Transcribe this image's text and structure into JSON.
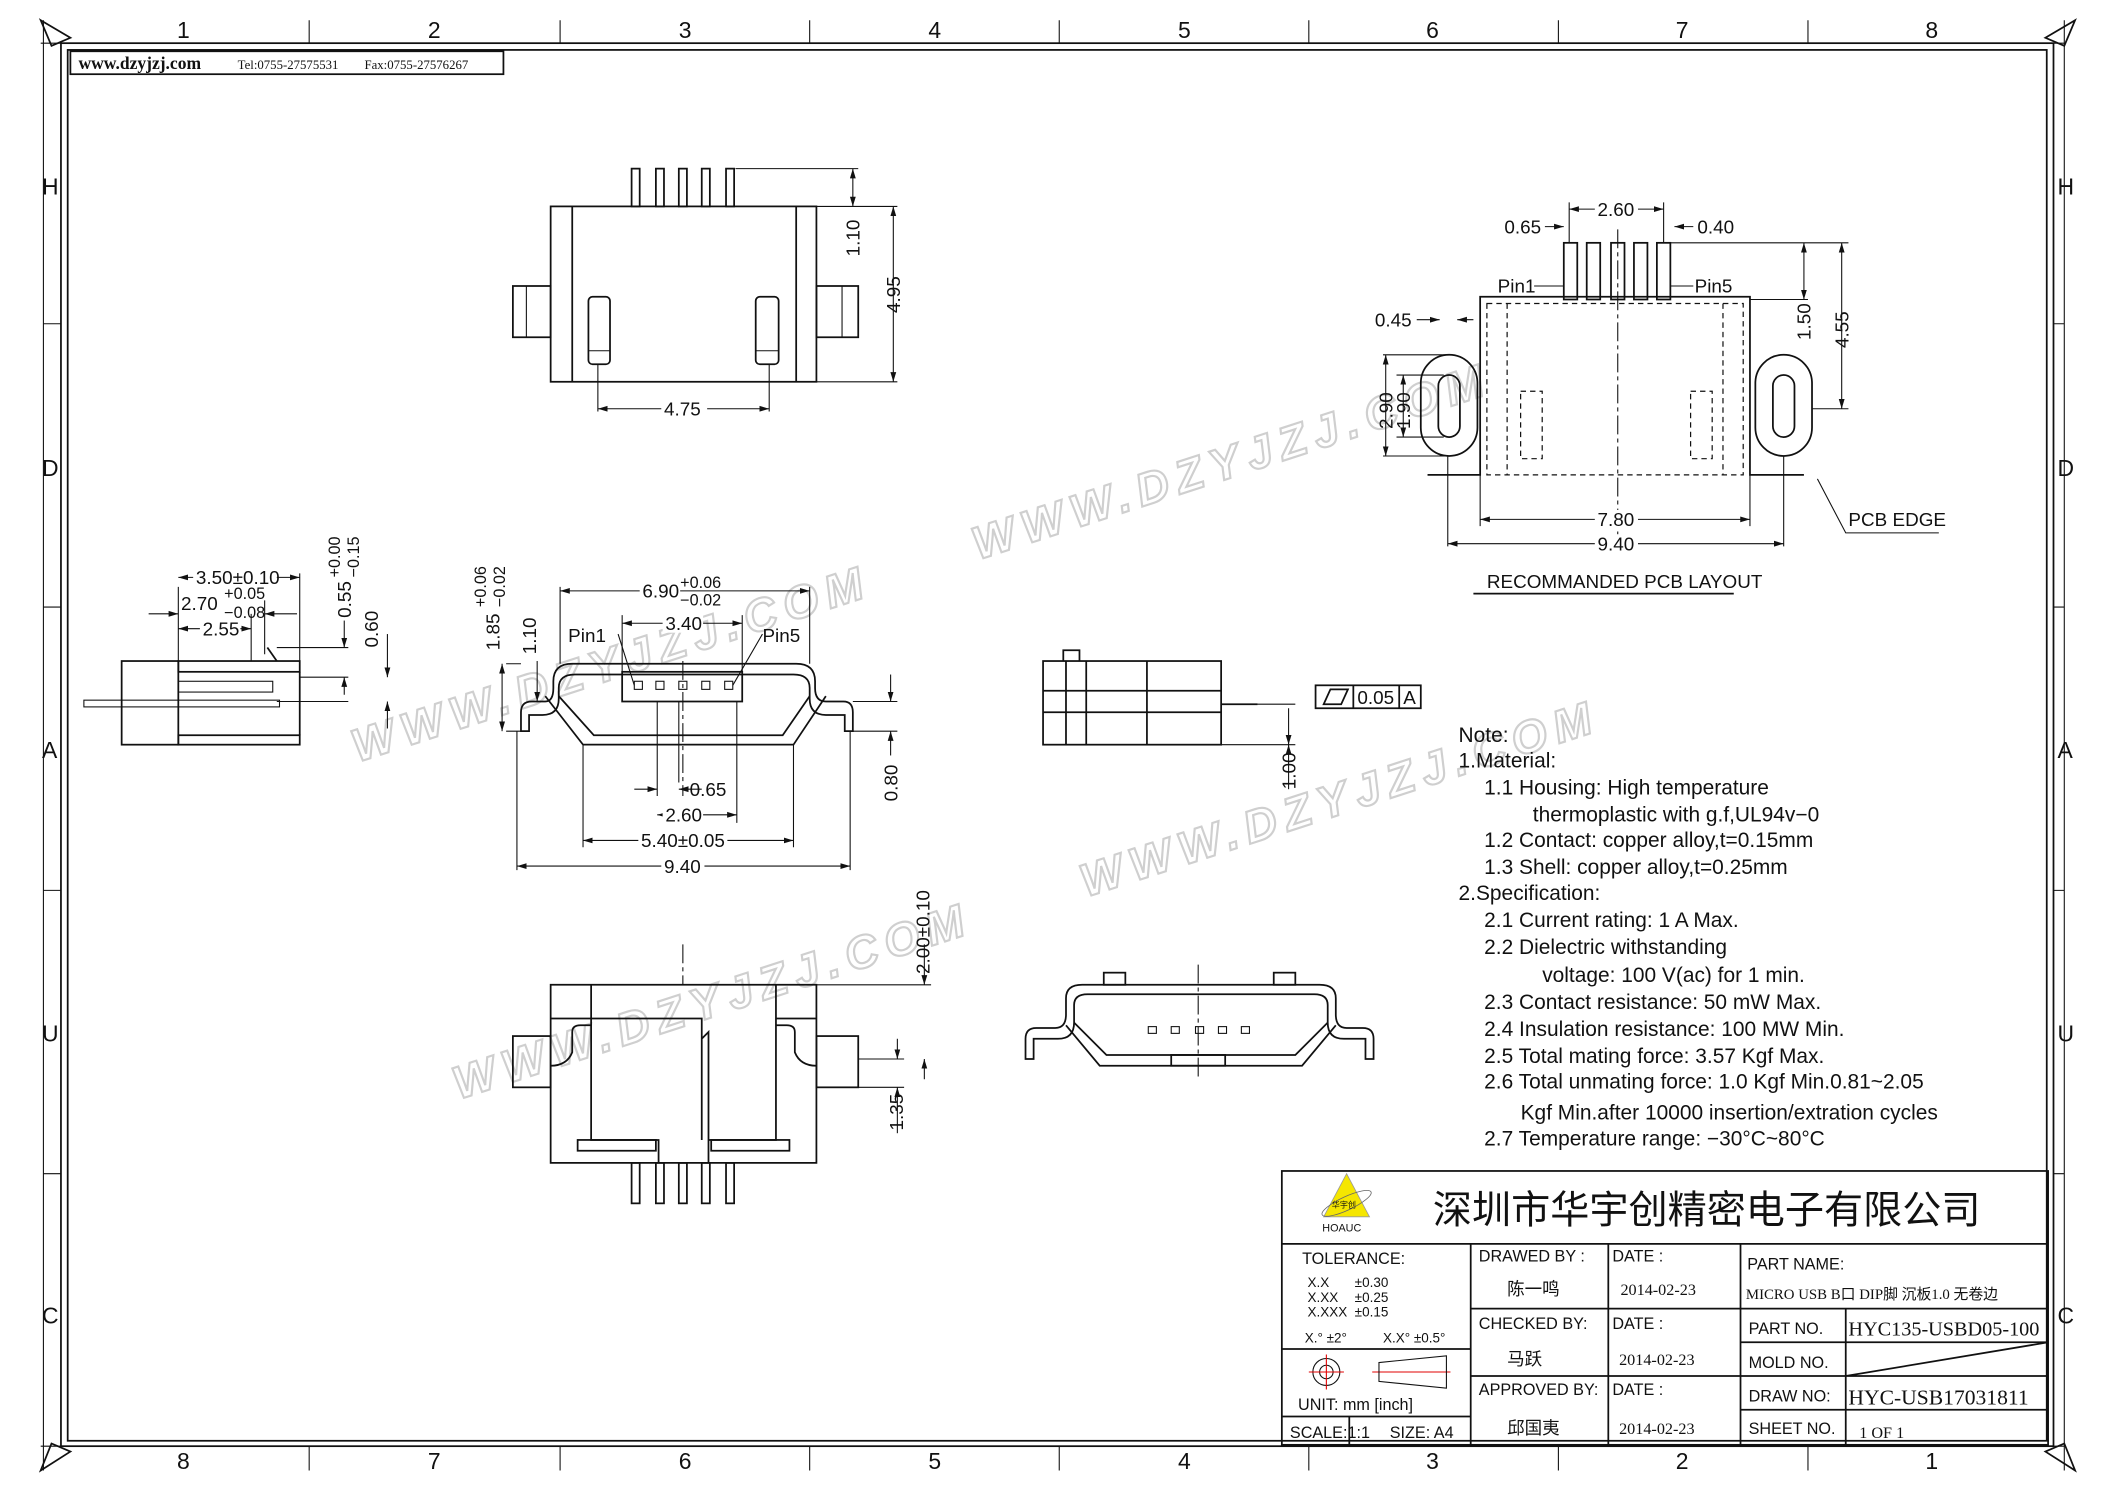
{
  "header": {
    "website": "www.dzyjzj.com",
    "tel": "Tel:0755-27575531",
    "fax": "Fax:0755-27576267"
  },
  "zones": {
    "top": [
      "1",
      "2",
      "3",
      "4",
      "5",
      "6",
      "7",
      "8"
    ],
    "bottom": [
      "8",
      "7",
      "6",
      "5",
      "4",
      "3",
      "2",
      "1"
    ],
    "left": [
      "H",
      "D",
      "A",
      "U",
      "C"
    ],
    "right": [
      "H",
      "D",
      "A",
      "U",
      "C"
    ]
  },
  "watermark": "WWW.DZYJZJ.COM",
  "views": {
    "top": {
      "dims": [
        "1.10",
        "4.95",
        "4.75"
      ]
    },
    "side_section": {
      "dims": [
        "3.50±0.10",
        "2.70",
        "+0.05",
        "−0.08",
        "2.55",
        "0.55",
        "+0.00",
        "−0.15",
        "0.60"
      ]
    },
    "front": {
      "dims": [
        "6.90",
        "+0.06",
        "−0.02",
        "3.40",
        "Pin1",
        "Pin5",
        "1.85",
        "+0.06",
        "−0.02",
        "1.10",
        "0.65",
        "2.60",
        "5.40±0.05",
        "9.40",
        "0.80"
      ]
    },
    "side": {
      "flatness": "0.05",
      "datum": "A",
      "dims": [
        "1.00"
      ]
    },
    "bottom": {
      "dims": [
        "2.00±0.10",
        "1.35"
      ]
    },
    "pcb": {
      "dims": [
        "2.60",
        "0.65",
        "0.40",
        "Pin1",
        "Pin5",
        "0.45",
        "2.90",
        "1.90",
        "1.50",
        "4.55",
        "7.80",
        "9.40"
      ],
      "pcb_edge": "PCB EDGE",
      "title": "RECOMMANDED PCB LAYOUT"
    }
  },
  "notes": [
    "Note:",
    "1.Material:",
    "1.1  Housing:  High  temperature",
    "thermoplastic  with  g.f,UL94v−0",
    "1.2  Contact:  copper  alloy,t=0.15mm",
    "1.3  Shell:  copper  alloy,t=0.25mm",
    "2.Specification:",
    "2.1  Current  rating:  1  A  Max.",
    "2.2  Dielectric  withstanding",
    "voltage:  100  V(ac)  for  1  min.",
    "2.3  Contact  resistance:  50  mW  Max.",
    "2.4  Insulation  resistance:  100  MW  Min.",
    "2.5  Total  mating  force:  3.57  Kgf  Max.",
    "2.6  Total  unmating  force:  1.0  Kgf  Min.0.81~2.05",
    "Kgf  Min.after  10000  insertion/extration  cycles",
    "2.7  Temperature  range:  −30°C~80°C"
  ],
  "title_block": {
    "company": "深圳市华宇创精密电子有限公司",
    "logo_text": "华宇创",
    "logo_brand": "HOAUC",
    "tolerance_label": "TOLERANCE:",
    "tolerances": [
      {
        "k": "X.X",
        "v": "±0.30"
      },
      {
        "k": "X.XX",
        "v": "±0.25"
      },
      {
        "k": "X.XXX",
        "v": "±0.15"
      }
    ],
    "angle_tol_1": "X.° ±2°",
    "angle_tol_2": "X.X° ±0.5°",
    "unit": "UNIT:  mm  [inch]",
    "scale": "SCALE:1:1",
    "size": "SIZE:  A4",
    "drawed_by_label": "DRAWED BY :",
    "drawed_by": "陈一鸣",
    "checked_by_label": "CHECKED BY:",
    "checked_by": "马跃",
    "approved_by_label": "APPROVED BY:",
    "approved_by": "邱国夷",
    "date_label": "DATE :",
    "date_drawn": "2014-02-23",
    "date_checked": "2014-02-23",
    "date_approved": "2014-02-23",
    "part_name_label": "PART NAME:",
    "part_name": "MICRO USB B口 DIP脚 沉板1.0 无卷边",
    "part_no_label": "PART NO.",
    "part_no": "HYC135-USBD05-100",
    "mold_no_label": "MOLD NO.",
    "draw_no_label": "DRAW NO:",
    "draw_no": "HYC-USB17031811",
    "sheet_no_label": "SHEET NO.",
    "sheet_no": "1 OF 1",
    "colors": {
      "logo": "#f5e600",
      "projection_marks": "#e00000"
    }
  }
}
